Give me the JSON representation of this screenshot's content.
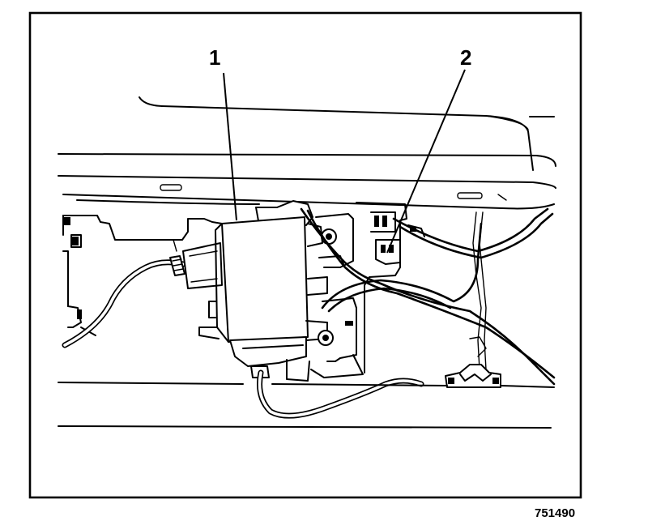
{
  "callouts": {
    "label_1": "1",
    "label_2": "2"
  },
  "figure_id": "751490",
  "colors": {
    "ink": "#000000",
    "paper": "#ffffff"
  }
}
